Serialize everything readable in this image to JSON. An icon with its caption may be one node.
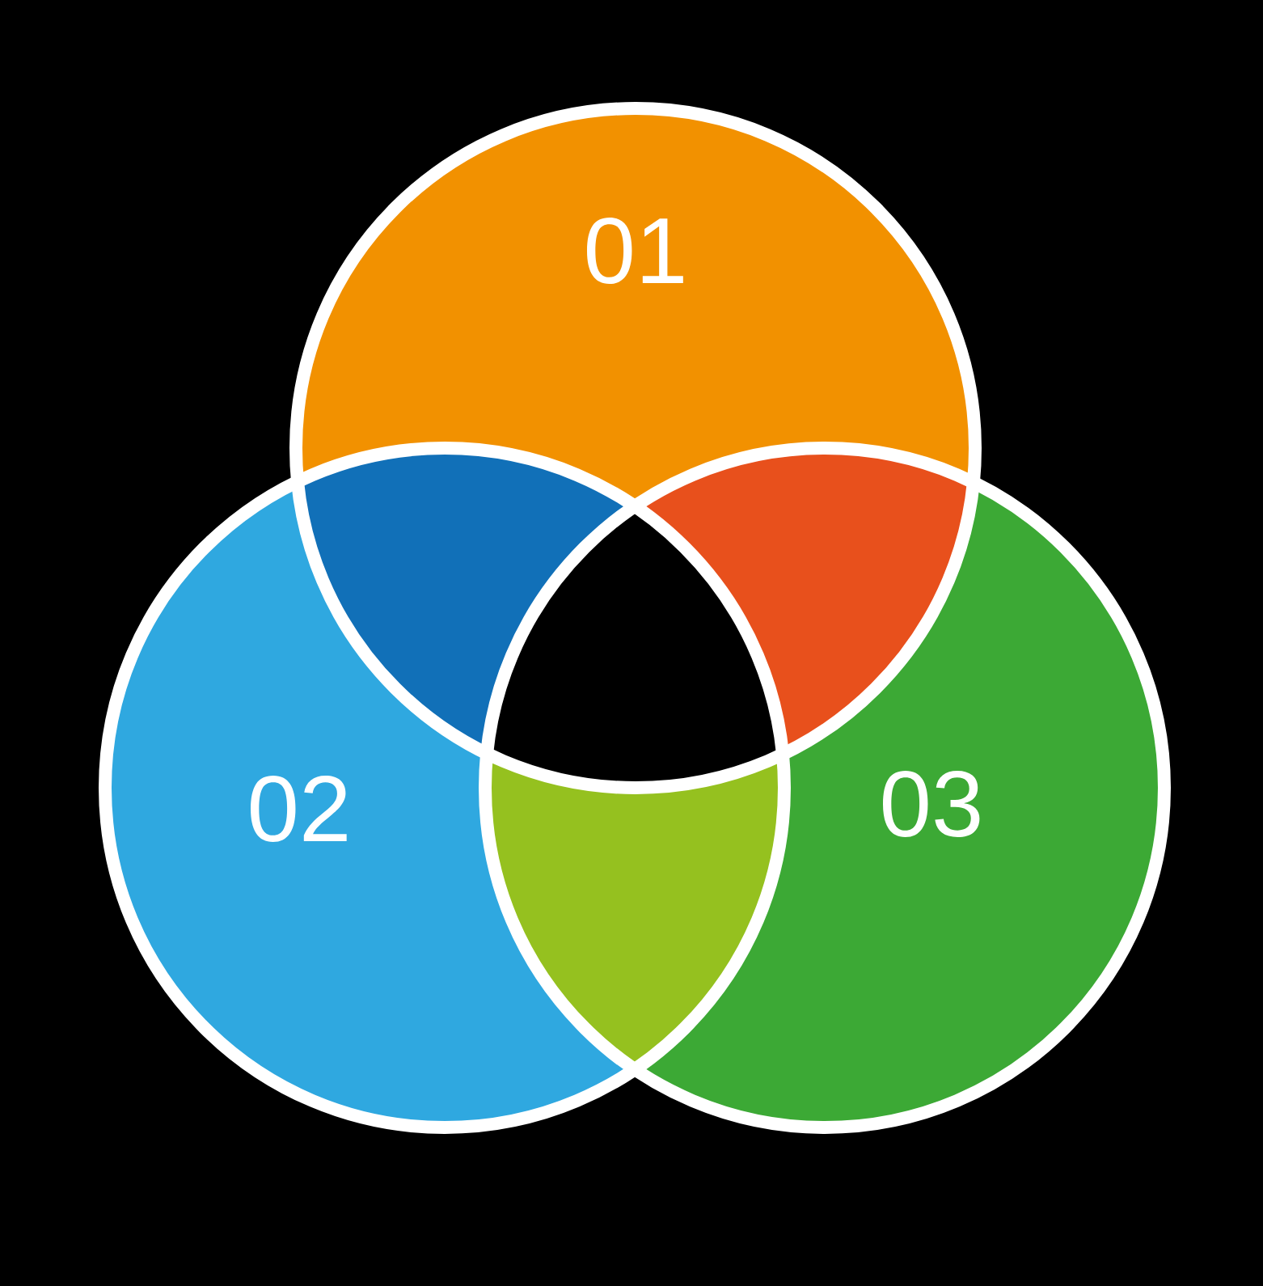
{
  "diagram": {
    "nodes": [
      {
        "text": [
          "01"
        ]
      },
      {
        "text": [
          "02"
        ]
      },
      {
        "text": [
          "03"
        ]
      }
    ]
  }
}
